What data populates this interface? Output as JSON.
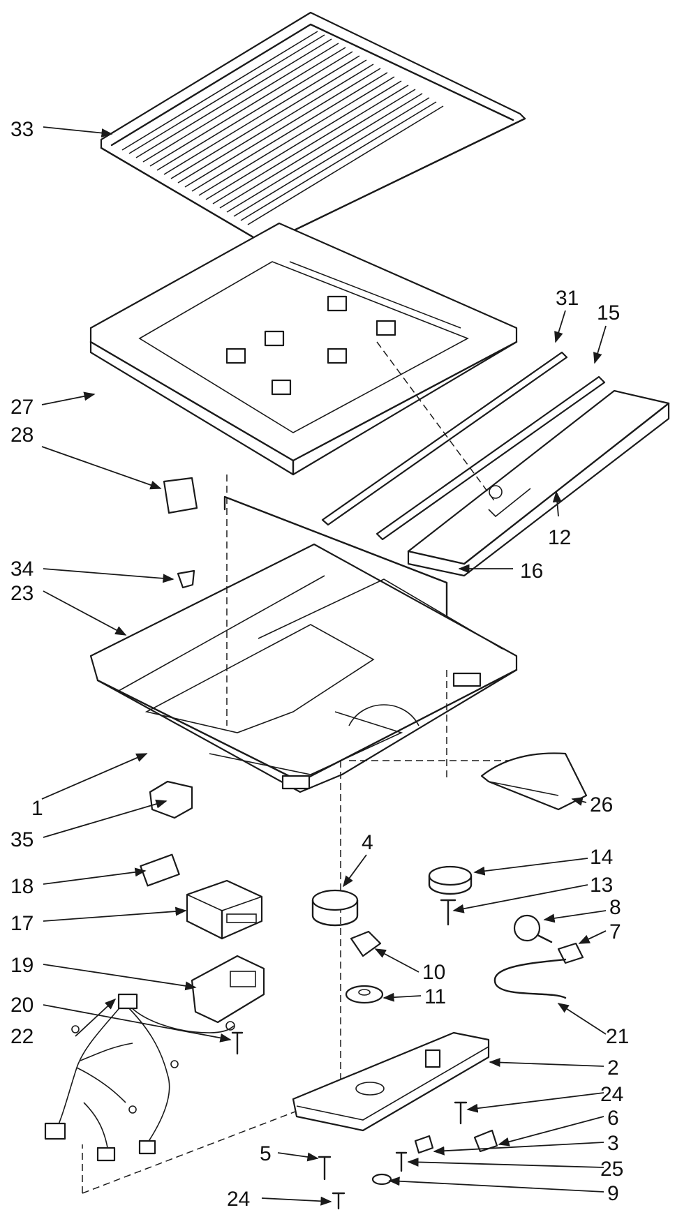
{
  "callouts": {
    "p1": "1",
    "p2": "2",
    "p3": "3",
    "p4": "4",
    "p5": "5",
    "p6": "6",
    "p7": "7",
    "p8": "8",
    "p9": "9",
    "p10": "10",
    "p11": "11",
    "p12": "12",
    "p13": "13",
    "p14": "14",
    "p15": "15",
    "p16": "16",
    "p17": "17",
    "p18": "18",
    "p19": "19",
    "p20": "20",
    "p21": "21",
    "p22": "22",
    "p23": "23",
    "p24a": "24",
    "p24b": "24",
    "p25": "25",
    "p26": "26",
    "p27": "27",
    "p28": "28",
    "p31": "31",
    "p33": "33",
    "p34": "34",
    "p35": "35"
  }
}
